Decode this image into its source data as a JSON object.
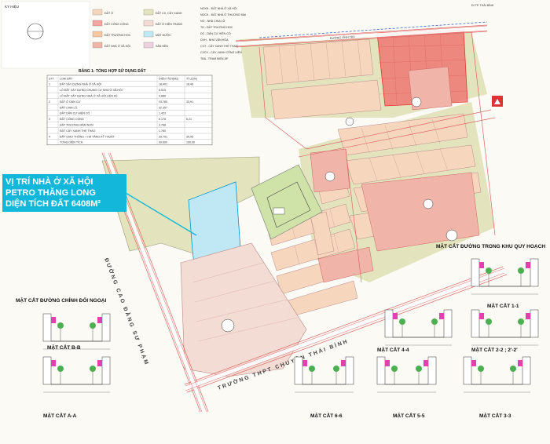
{
  "legend": {
    "title": "KÝ HIỆU",
    "items": [
      {
        "label": "ĐẤT Ở",
        "color": "#f6d7bd"
      },
      {
        "label": "ĐẤT CÔNG CỘNG",
        "color": "#f4a3a0"
      },
      {
        "label": "ĐẤT TRƯỜNG HỌC",
        "color": "#f7c79f"
      },
      {
        "label": "ĐẤT NHÀ Ở XÃ HỘI",
        "color": "#f0b4a8"
      },
      {
        "label": "ĐẤT CX, CÂY XANH",
        "color": "#e3e4bd"
      },
      {
        "label": "ĐẤT Ở HIỆN TRẠNG",
        "color": "#f3dcd4"
      },
      {
        "label": "MẶT NƯỚC",
        "color": "#bfe8f4"
      },
      {
        "label": "SÂN NỀN",
        "color": "#ebd2de"
      }
    ],
    "codes": [
      "NOXH - ĐẤT NHÀ Ở XÃ HỘI",
      "NOCK - ĐẤT NHÀ Ở THƯƠNG MẠI",
      "NO - NHÀ CHIA LÔ",
      "TH - ĐẤT TRƯỜNG HỌC",
      "DC - DÂN CƯ HIỆN CÓ",
      "DVH - NHÀ VĂN HÓA",
      "CXT - CÂY XANH THỂ THAO",
      "CXCV - CÂY XANH CÔNG VIÊN",
      "TBA - TRẠM BIẾN ÁP"
    ]
  },
  "table": {
    "title": "BẢNG 1: TỔNG HỢP SỬ DỤNG ĐẤT",
    "headers": [
      "STT",
      "LOẠI ĐẤT",
      "DIỆN TÍCH(M2)",
      "TỈ LỆ(%)"
    ],
    "rows": [
      [
        "1",
        "ĐẤT XÂY DỰNG NHÀ Ở XÃ HỘI",
        "18.401",
        "18,46"
      ],
      [
        "",
        "LÔ ĐẤT XÂY DỰNG CHUNG CƯ NHÀ Ở XÃ HỘI",
        "8.515",
        ""
      ],
      [
        "",
        "LÔ ĐẤT XÂY DỰNG NHÀ Ở XÃ HỘI LIỀN KỀ",
        "9.886",
        ""
      ],
      [
        "2",
        "ĐẤT Ở DÂN CƯ",
        "33.780",
        "33,91"
      ],
      [
        "",
        "ĐẤT CHIA LÔ",
        "32.357",
        ""
      ],
      [
        "",
        "ĐẤT DÂN CƯ HIỆN CÓ",
        "1.423",
        ""
      ],
      [
        "3",
        "ĐẤT CÔNG CỘNG",
        "6.178",
        "6,21"
      ],
      [
        "",
        "ĐẤT TRƯỜNG MẦM NON",
        "3.768",
        ""
      ],
      [
        "",
        "ĐẤT CÂY XANH THỂ THAO",
        "1.760",
        ""
      ],
      [
        "4",
        "ĐẤT GIAO THÔNG + HẠ TẦNG KỸ THUẬT",
        "39.791",
        "39,95"
      ],
      [
        "",
        "TỔNG DIỆN TÍCH",
        "99.600",
        "100,00"
      ]
    ]
  },
  "callout": {
    "line1": "VỊ TRÍ NHÀ Ở XÃ HỘI",
    "line2": "PETRO THĂNG LONG",
    "line3": "DIỆN TÍCH ĐẤT 6408M²"
  },
  "roads": {
    "north": "ĐƯỜNG VĨNH TRÀ",
    "left_diagonal": "ĐƯỜNG CAO ĐẲNG SƯ PHẠM",
    "south_diagonal": "TRƯỜNG THPT CHUYÊN THÁI BÌNH",
    "ne_direction": "ĐI TP. THÁI BÌNH"
  },
  "sections": {
    "main": "MẶT CẮT ĐƯỜNG TRONG KHU QUY HOẠCH",
    "outer": "MẶT CẮT ĐƯỜNG CHÍNH ĐỐI NGOẠI",
    "cuts": [
      "MẶT CẮT 1-1",
      "MẶT CẮT 2-2 ; 2'-2'",
      "MẶT CẮT 4-4",
      "MẶT CẮT B-B",
      "MẶT CẮT A-A",
      "MẶT CẮT 6-6",
      "MẶT CẮT 5-5",
      "MẶT CẮT 3-3"
    ]
  }
}
